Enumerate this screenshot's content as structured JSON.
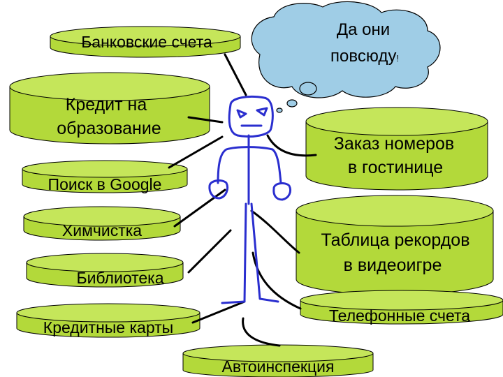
{
  "colors": {
    "drum_fill": "#b3d93a",
    "drum_top": "#c5e65a",
    "drum_stroke": "#000000",
    "cloud_fill": "#9fcde6",
    "figure_stroke": "#2a2ecf",
    "connector_stroke": "#000000"
  },
  "cloud": {
    "line1": "Да они",
    "line2": "повсюду",
    "suffix": "!"
  },
  "labels": {
    "bank_accounts": "Банковские счета",
    "education_credit_1": "Кредит на",
    "education_credit_2": "образование",
    "google_search": "Поиск в Google",
    "dry_cleaning": "Химчистка",
    "library": "Библиотека",
    "credit_cards": "Кредитные карты",
    "hotel_booking_1": "Заказ номеров",
    "hotel_booking_2": "в гостинице",
    "videogame_1": "Таблица рекордов",
    "videogame_2": "в видеоигре",
    "phone_bills": "Телефонные счета",
    "traffic_police": "Автоинспекция"
  }
}
